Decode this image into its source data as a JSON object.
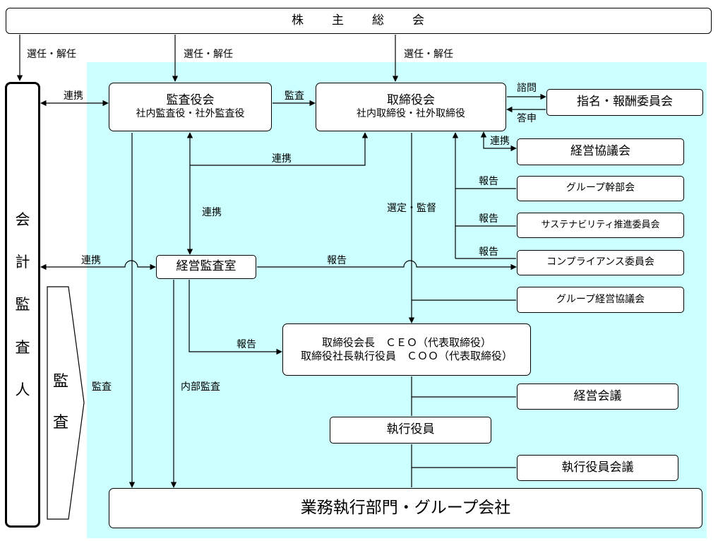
{
  "colors": {
    "background_area": "#ccffff",
    "line": "#000000",
    "box_fill": "#ffffff"
  },
  "shareholders": {
    "title": "株　　主　　総　　会"
  },
  "auditor": {
    "title": "会計監査人",
    "chars": [
      "会",
      "計",
      "監",
      "査",
      "人"
    ]
  },
  "audit_block": {
    "chars": [
      "監",
      "査"
    ]
  },
  "audit_board": {
    "title": "監査役会",
    "subtitle": "社内監査役・社外監査役"
  },
  "board": {
    "title": "取締役会",
    "subtitle": "社内取締役・社外取締役"
  },
  "nomination": {
    "title": "指名・報酬委員会"
  },
  "mgmt_council": {
    "title": "経営協議会"
  },
  "group_exec": {
    "title": "グループ幹部会"
  },
  "sustainability": {
    "title": "サステナビリティ推進委員会"
  },
  "compliance": {
    "title": "コンプライアンス委員会"
  },
  "group_mgmt": {
    "title": "グループ経営協議会"
  },
  "internal_audit": {
    "title": "経営監査室"
  },
  "ceo": {
    "line1": "取締役会長　ＣＥＯ（代表取締役）",
    "line2": "取締役社長執行役員　ＣＯＯ（代表取締役）"
  },
  "mgmt_meeting": {
    "title": "経営会議"
  },
  "officers": {
    "title": "執行役員"
  },
  "officers_meeting": {
    "title": "執行役員会議"
  },
  "business": {
    "title": "業務執行部門・グループ会社"
  },
  "labels": {
    "appoint1": "選任・解任",
    "appoint2": "選任・解任",
    "appoint3": "選任・解任",
    "coop_auditor_board": "連携",
    "audit_to_board": "監査",
    "consult": "諮問",
    "report_back": "答申",
    "coop_mgmt": "連携",
    "coop_ab_board": "連携",
    "coop_vertical": "連携",
    "report_group_exec": "報告",
    "report_sustain": "報告",
    "report_compliance": "報告",
    "select_supervise": "選定・監督",
    "coop_auditor_ia": "連携",
    "report_ia": "報告",
    "report_ceo": "報告",
    "audit_left": "監査",
    "internal_audit": "内部監査"
  }
}
